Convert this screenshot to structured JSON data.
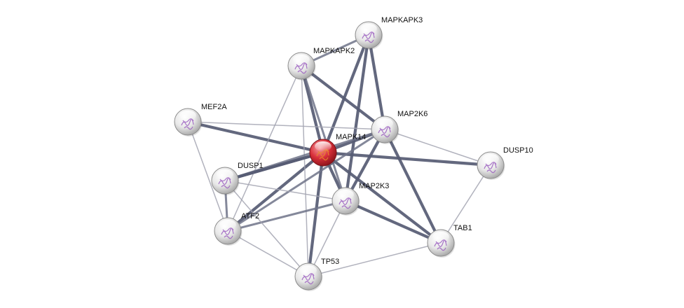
{
  "network": {
    "center_color": "#d9303a",
    "node_color": "#e6e6e6",
    "structure_color": "#9b5fc0",
    "nodes": [
      {
        "id": "MAPK14",
        "label": "MAPK14",
        "query": true
      },
      {
        "id": "MAPKAPK3",
        "label": "MAPKAPK3"
      },
      {
        "id": "MAPKAPK2",
        "label": "MAPKAPK2"
      },
      {
        "id": "MAP2K6",
        "label": "MAP2K6"
      },
      {
        "id": "MEF2A",
        "label": "MEF2A"
      },
      {
        "id": "DUSP10",
        "label": "DUSP10"
      },
      {
        "id": "DUSP1",
        "label": "DUSP1"
      },
      {
        "id": "MAP2K3",
        "label": "MAP2K3"
      },
      {
        "id": "ATF2",
        "label": "ATF2"
      },
      {
        "id": "TAB1",
        "label": "TAB1"
      },
      {
        "id": "TP53",
        "label": "TP53"
      }
    ],
    "edges": [
      {
        "a": "MAPK14",
        "b": "MAPKAPK3",
        "strength": "strong"
      },
      {
        "a": "MAPK14",
        "b": "MAPKAPK2",
        "strength": "strong"
      },
      {
        "a": "MAPK14",
        "b": "MAP2K6",
        "strength": "strong"
      },
      {
        "a": "MAPK14",
        "b": "MEF2A",
        "strength": "strong"
      },
      {
        "a": "MAPK14",
        "b": "DUSP10",
        "strength": "strong"
      },
      {
        "a": "MAPK14",
        "b": "DUSP1",
        "strength": "strong"
      },
      {
        "a": "MAPK14",
        "b": "MAP2K3",
        "strength": "strong"
      },
      {
        "a": "MAPK14",
        "b": "ATF2",
        "strength": "strong"
      },
      {
        "a": "MAPK14",
        "b": "TAB1",
        "strength": "strong"
      },
      {
        "a": "MAPK14",
        "b": "TP53",
        "strength": "strong"
      },
      {
        "a": "MAPKAPK2",
        "b": "MAPKAPK3",
        "strength": "medium"
      },
      {
        "a": "MAPKAPK2",
        "b": "MAP2K6",
        "strength": "strong"
      },
      {
        "a": "MAPKAPK3",
        "b": "MAP2K6",
        "strength": "strong"
      },
      {
        "a": "MAPKAPK3",
        "b": "MAP2K3",
        "strength": "strong"
      },
      {
        "a": "MAPKAPK2",
        "b": "MAP2K3",
        "strength": "medium"
      },
      {
        "a": "MAPKAPK2",
        "b": "TP53",
        "strength": "weak"
      },
      {
        "a": "MAPKAPK2",
        "b": "ATF2",
        "strength": "weak"
      },
      {
        "a": "MAP2K6",
        "b": "MAP2K3",
        "strength": "strong"
      },
      {
        "a": "MAP2K6",
        "b": "TAB1",
        "strength": "strong"
      },
      {
        "a": "MAP2K6",
        "b": "DUSP10",
        "strength": "weak"
      },
      {
        "a": "MAP2K6",
        "b": "DUSP1",
        "strength": "medium"
      },
      {
        "a": "MAP2K6",
        "b": "ATF2",
        "strength": "medium"
      },
      {
        "a": "MAP2K6",
        "b": "MEF2A",
        "strength": "weak"
      },
      {
        "a": "MAP2K3",
        "b": "TAB1",
        "strength": "strong"
      },
      {
        "a": "MAP2K3",
        "b": "DUSP1",
        "strength": "weak"
      },
      {
        "a": "MAP2K3",
        "b": "ATF2",
        "strength": "medium"
      },
      {
        "a": "MAP2K3",
        "b": "TP53",
        "strength": "weak"
      },
      {
        "a": "DUSP1",
        "b": "ATF2",
        "strength": "medium"
      },
      {
        "a": "DUSP1",
        "b": "TP53",
        "strength": "weak"
      },
      {
        "a": "MEF2A",
        "b": "ATF2",
        "strength": "weak"
      },
      {
        "a": "ATF2",
        "b": "TP53",
        "strength": "weak"
      },
      {
        "a": "TP53",
        "b": "TAB1",
        "strength": "weak"
      },
      {
        "a": "DUSP10",
        "b": "TAB1",
        "strength": "weak"
      },
      {
        "a": "DUSP1",
        "b": "MAPK14",
        "strength": "strong"
      }
    ]
  }
}
